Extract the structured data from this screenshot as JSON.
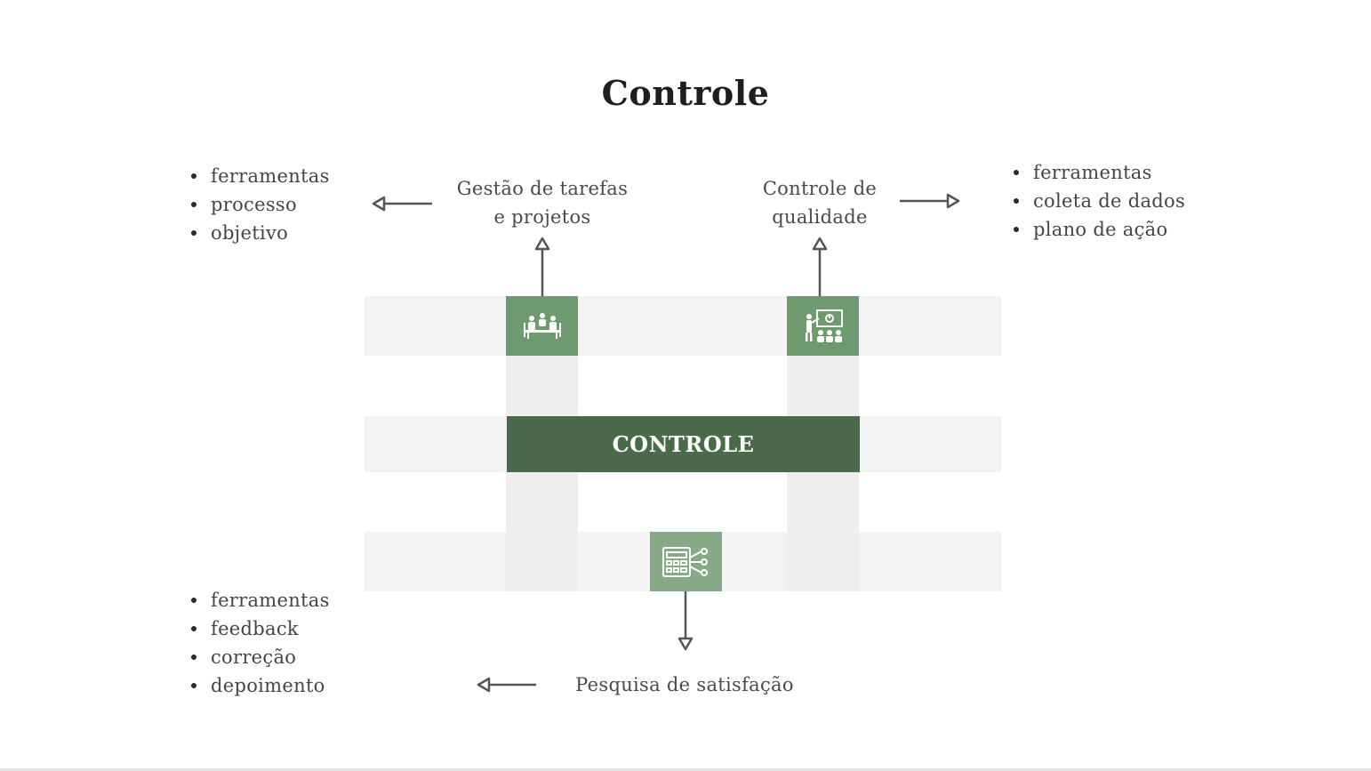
{
  "title": "Controle",
  "center": {
    "label": "CONTROLE"
  },
  "nodes": {
    "gestao": {
      "lines": [
        "Gestão de tarefas",
        "e projetos"
      ],
      "icon": "meeting-table-icon"
    },
    "qualidade": {
      "lines": [
        "Controle de",
        "qualidade"
      ],
      "icon": "presentation-audience-icon"
    },
    "pesquisa": {
      "label": "Pesquisa de satisfação",
      "icon": "survey-form-icon"
    }
  },
  "lists": {
    "gestao": [
      "ferramentas",
      "processo",
      "objetivo"
    ],
    "qualidade": [
      "ferramentas",
      "coleta de dados",
      "plano de ação"
    ],
    "pesquisa": [
      "ferramentas",
      "feedback",
      "correção",
      "depoimento"
    ]
  },
  "colors": {
    "icon_box": "#6f9a6f",
    "icon_box_light": "#88a988",
    "center_bar": "#4b6a4b",
    "band": "#f3f3f3",
    "arrow": "#555555"
  }
}
